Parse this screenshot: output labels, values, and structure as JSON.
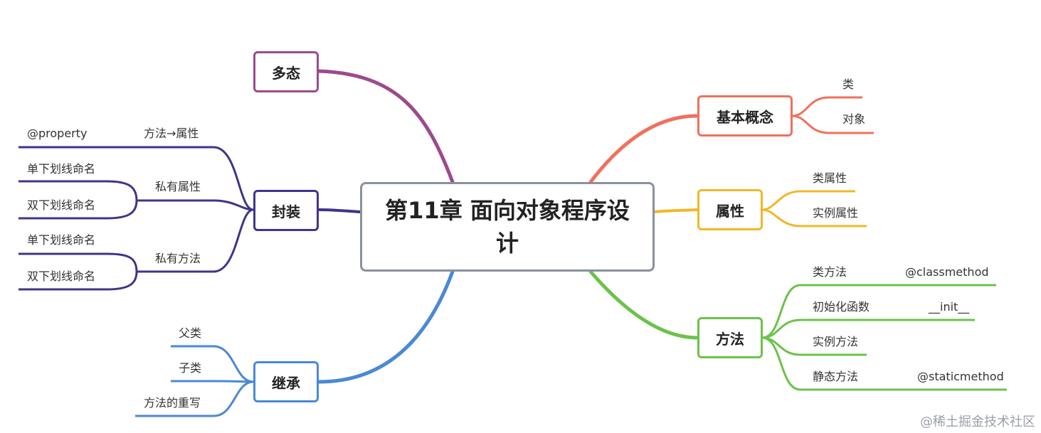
{
  "center": {
    "title": "第11章 面向对象程序设计"
  },
  "colors": {
    "polymorphism": "#9c4a8e",
    "encapsulation": "#3f3589",
    "inheritance": "#4a89d4",
    "concepts": "#f0705d",
    "attributes": "#f0b829",
    "methods": "#6cc24a",
    "center_border": "#8a909f"
  },
  "topics": {
    "polymorphism": {
      "label": "多态"
    },
    "encapsulation": {
      "label": "封装",
      "method_to_attr": {
        "label": "方法→属性",
        "example": "@property"
      },
      "private_attr": {
        "label": "私有属性",
        "items": [
          "单下划线命名",
          "双下划线命名"
        ]
      },
      "private_method": {
        "label": "私有方法",
        "items": [
          "单下划线命名",
          "双下划线命名"
        ]
      }
    },
    "inheritance": {
      "label": "继承",
      "items": [
        "父类",
        "子类",
        "方法的重写"
      ]
    },
    "concepts": {
      "label": "基本概念",
      "items": [
        "类",
        "对象"
      ]
    },
    "attributes": {
      "label": "属性",
      "items": [
        "类属性",
        "实例属性"
      ]
    },
    "methods": {
      "label": "方法",
      "items": [
        {
          "label": "类方法",
          "note": "@classmethod"
        },
        {
          "label": "初始化函数",
          "note": "__init__"
        },
        {
          "label": "实例方法",
          "note": ""
        },
        {
          "label": "静态方法",
          "note": "@staticmethod"
        }
      ]
    }
  },
  "watermark": "@稀土掘金技术社区"
}
